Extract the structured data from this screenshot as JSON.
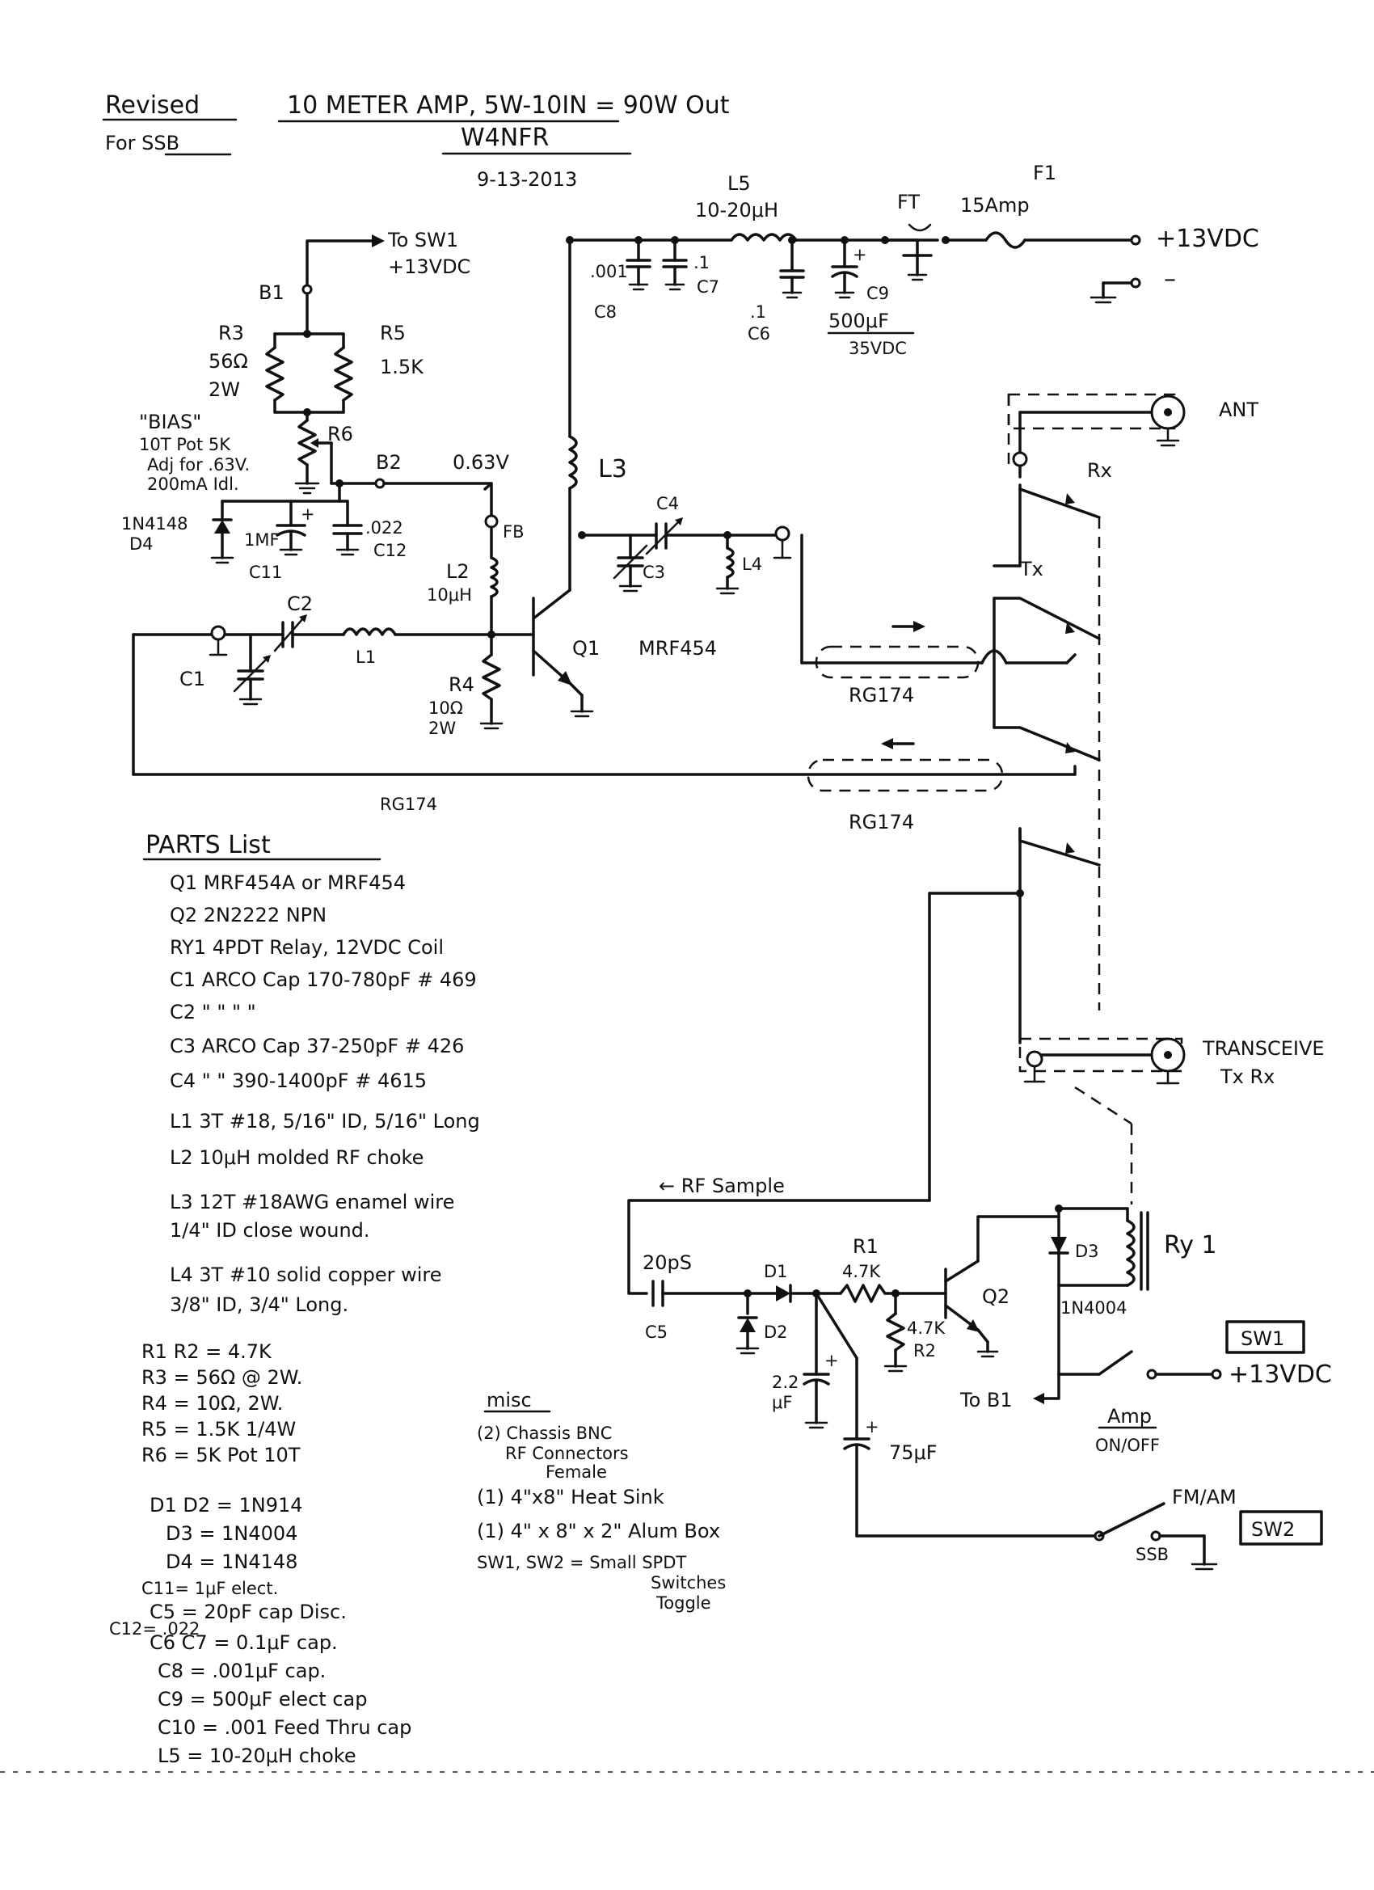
{
  "header": {
    "revised": "Revised",
    "for_ssb": "For SSB",
    "title": "10 METER AMP, 5W-10IN = 90W Out",
    "author": "W4NFR",
    "date": "9-13-2013"
  },
  "labels": {
    "to_sw1": "To SW1",
    "to_sw1_volt": "+13VDC",
    "b1": "B1",
    "r3": "R3",
    "r3_val": "56Ω",
    "r3_w": "2W",
    "r5": "R5",
    "r5_val": "1.5K",
    "bias": "\"BIAS\"",
    "bias_pot": "10T Pot 5K",
    "bias_adj": "Adj for .63V.",
    "bias_idl": "200mA Idl.",
    "r6": "R6",
    "b2": "B2",
    "b2_volt": "0.63V",
    "d4_type": "1N4148",
    "d4": "D4",
    "c11_val": "1MF",
    "c11": "C11",
    "c12_val": ".022",
    "c12": "C12",
    "fb": "FB",
    "l2": "L2",
    "l2_val": "10μH",
    "c2": "C2",
    "c1": "C1",
    "l1": "L1",
    "r4": "R4",
    "r4_val": "10Ω",
    "r4_w": "2W",
    "q1": "Q1",
    "q1_type": "MRF454",
    "l3": "L3",
    "c4": "C4",
    "c3": "C3",
    "l4": "L4",
    "c8_val": ".001",
    "c8": "C8",
    "c7_val": ".1",
    "c7": "C7",
    "c6_val": ".1",
    "c6": "C6",
    "l5": "L5",
    "l5_val": "10-20μH",
    "c9": "C9",
    "c9_val": "500μF",
    "c9_v": "35VDC",
    "ft": "FT",
    "f1": "F1",
    "f1_val": "15Amp",
    "plus13": "+13VDC",
    "minus": "–",
    "ant": "ANT",
    "rx": "Rx",
    "tx": "Tx",
    "rg174_1": "RG174",
    "rg174_2": "RG174",
    "rg174_3": "RG174",
    "transceive": "TRANSCEIVE",
    "tx_rx": "Tx Rx",
    "rf_sample": "← RF Sample",
    "c5_val": "20pS",
    "c5": "C5",
    "d1": "D1",
    "d2": "D2",
    "r1": "R1",
    "r1_val": "4.7K",
    "r2_val": "4.7K",
    "r2": "R2",
    "q2": "Q2",
    "d3": "D3",
    "d3_type": "1N4004",
    "ry1": "Ry 1",
    "cap22": "2.2",
    "cap22_u": "μF",
    "cap75": "75μF",
    "to_b1": "To B1",
    "sw1_box": "SW1",
    "sw1_volt": "+13VDC",
    "amp": "Amp",
    "on_off": "ON/OFF",
    "fm_am": "FM/AM",
    "ssb": "SSB",
    "sw2_box": "SW2"
  },
  "parts_list": {
    "heading": "PARTS List",
    "items": [
      "Q1  MRF454A or MRF454",
      "Q2  2N2222 NPN",
      "RY1  4PDT Relay, 12VDC Coil",
      "C1  ARCO Cap  170-780pF # 469",
      "C2    \"      \"        \"      \"",
      "C3  ARCO Cap  37-250pF # 426",
      "C4    \"    \"   390-1400pF # 4615",
      "L1  3T #18, 5/16\" ID, 5/16\" Long",
      "L2  10μH molded RF choke",
      "L3  12T #18AWG enamel wire",
      "      1/4\" ID close wound.",
      "L4  3T #10 solid copper wire",
      "      3/8\" ID, 3/4\" Long."
    ],
    "values": [
      "R1 R2 = 4.7K",
      "R3 = 56Ω @ 2W.",
      "R4 = 10Ω, 2W.",
      "R5 = 1.5K 1/4W",
      "R6 = 5K Pot 10T",
      "D1 D2 = 1N914",
      "D3 = 1N4004",
      "D4 = 1N4148",
      "C11= 1μF elect.",
      "C5 = 20pF cap Disc.",
      "C12= .022",
      "C6 C7 = 0.1μF cap.",
      "C8 = .001μF cap.",
      "C9 = 500μF elect cap",
      "C10 = .001 Feed Thru cap",
      "L5 = 10-20μH choke"
    ]
  },
  "misc": {
    "heading": "misc",
    "items": [
      "(2) Chassis BNC",
      "RF Connectors",
      "Female",
      "(1) 4\"x8\" Heat Sink",
      "(1) 4\" x 8\" x 2\" Alum Box",
      "SW1, SW2 = Small SPDT",
      "Switches",
      "Toggle"
    ]
  }
}
